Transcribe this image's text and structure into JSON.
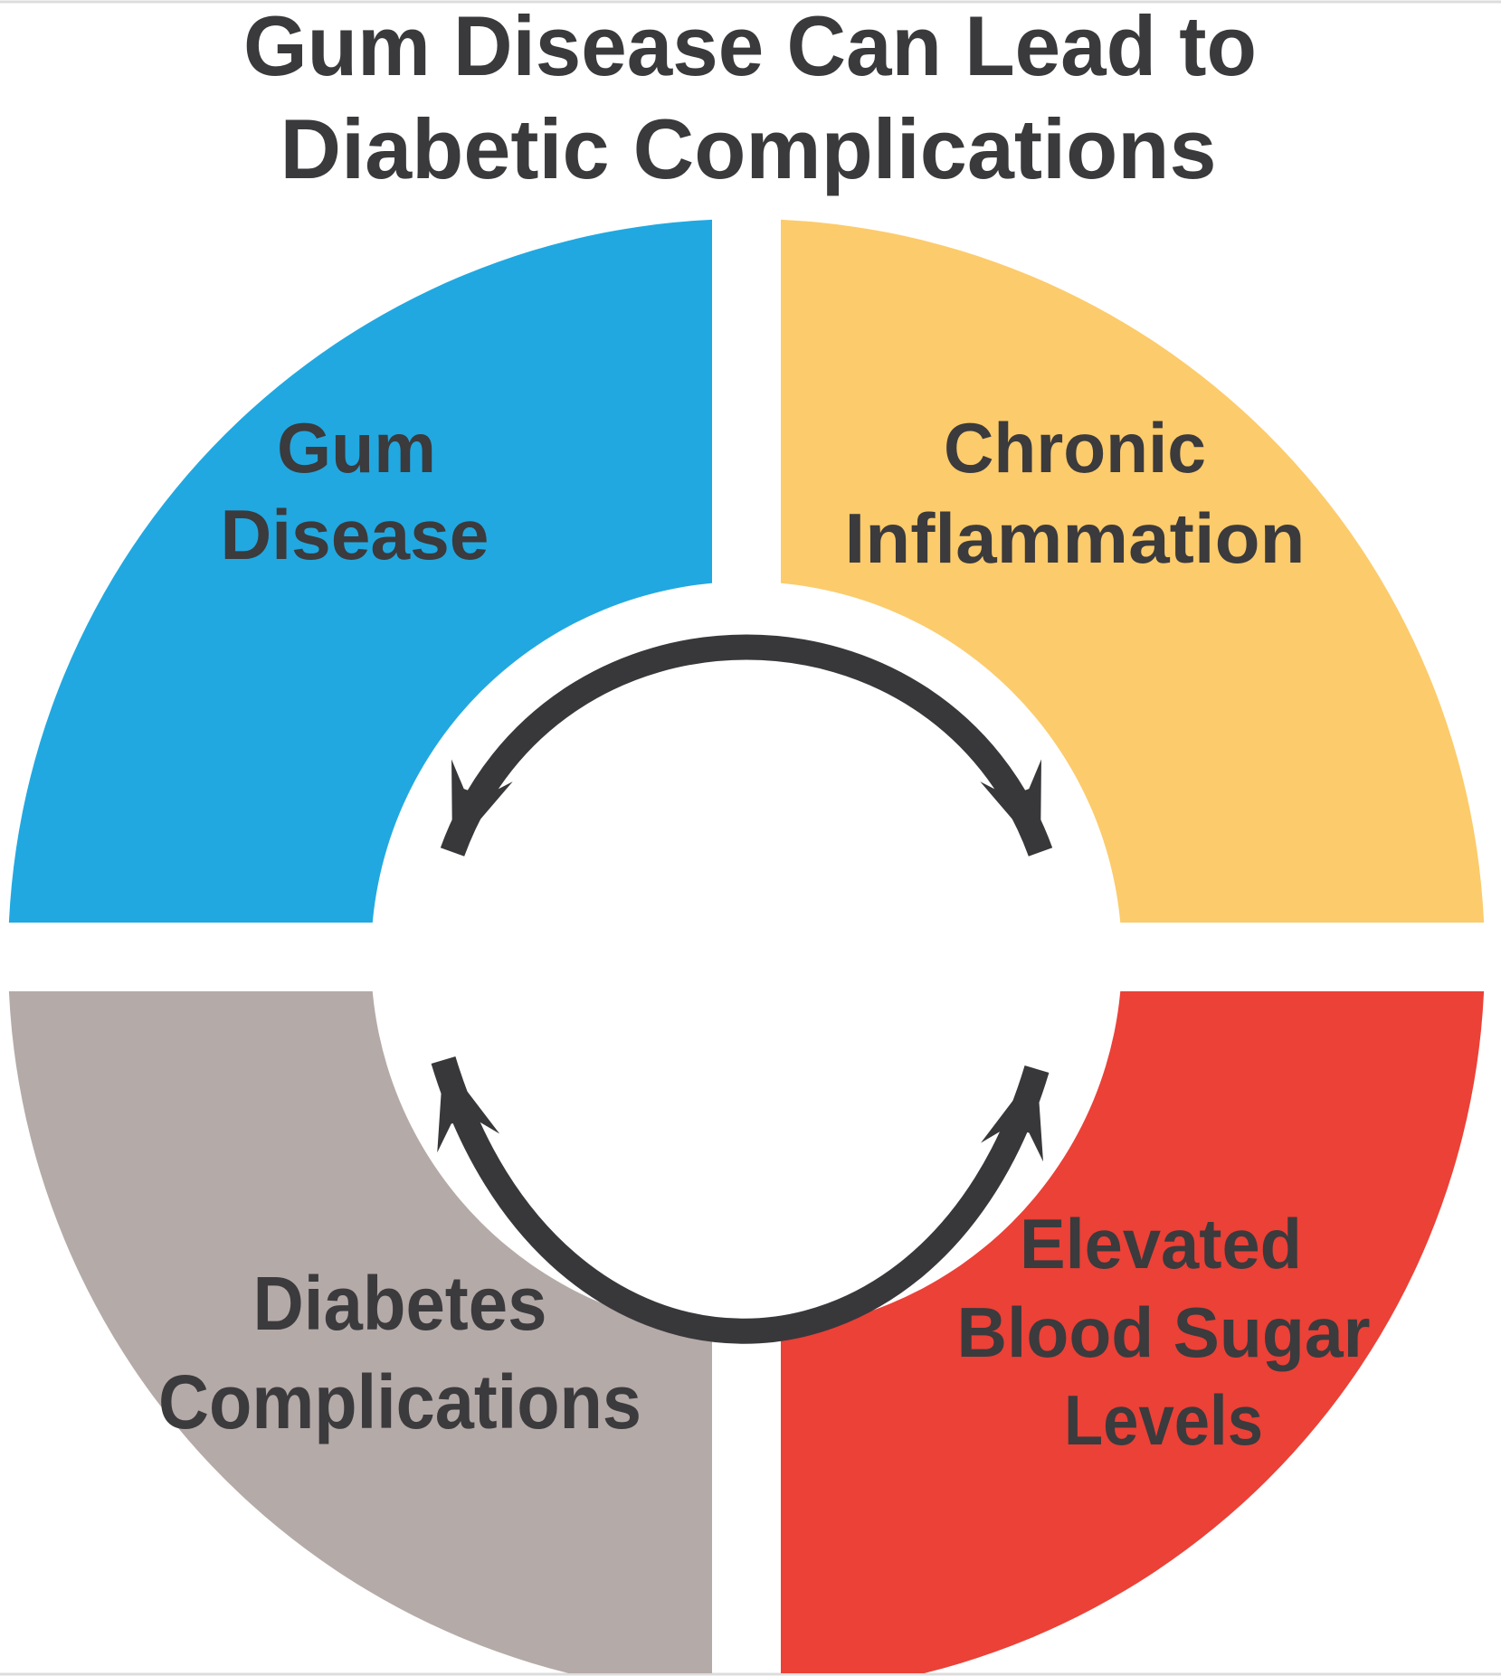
{
  "title": {
    "lines": [
      "Gum Disease Can Lead to",
      "Diabetic Complications"
    ]
  },
  "cycle": {
    "quadrants": [
      {
        "id": "top-left",
        "lines": [
          "Gum",
          "Disease"
        ],
        "color": "#21a8e0"
      },
      {
        "id": "top-right",
        "lines": [
          "Chronic",
          "Inflammation"
        ],
        "color": "#fccb6b"
      },
      {
        "id": "bottom-left",
        "lines": [
          "Diabetes",
          "Complications"
        ],
        "color": "#b4aaa8"
      },
      {
        "id": "bottom-right",
        "lines": [
          "Elevated",
          "Blood Sugar",
          "Levels"
        ],
        "color": "#eb4137"
      }
    ],
    "arrows": [
      {
        "name": "top-double-arrow",
        "connects": [
          "Gum Disease",
          "Chronic Inflammation"
        ],
        "direction": "bidirectional"
      },
      {
        "name": "bottom-double-arrow",
        "connects": [
          "Diabetes Complications",
          "Elevated Blood Sugar Levels"
        ],
        "direction": "bidirectional"
      }
    ],
    "arrow_color": "#38383b",
    "text_color": "#3b3a3d"
  }
}
